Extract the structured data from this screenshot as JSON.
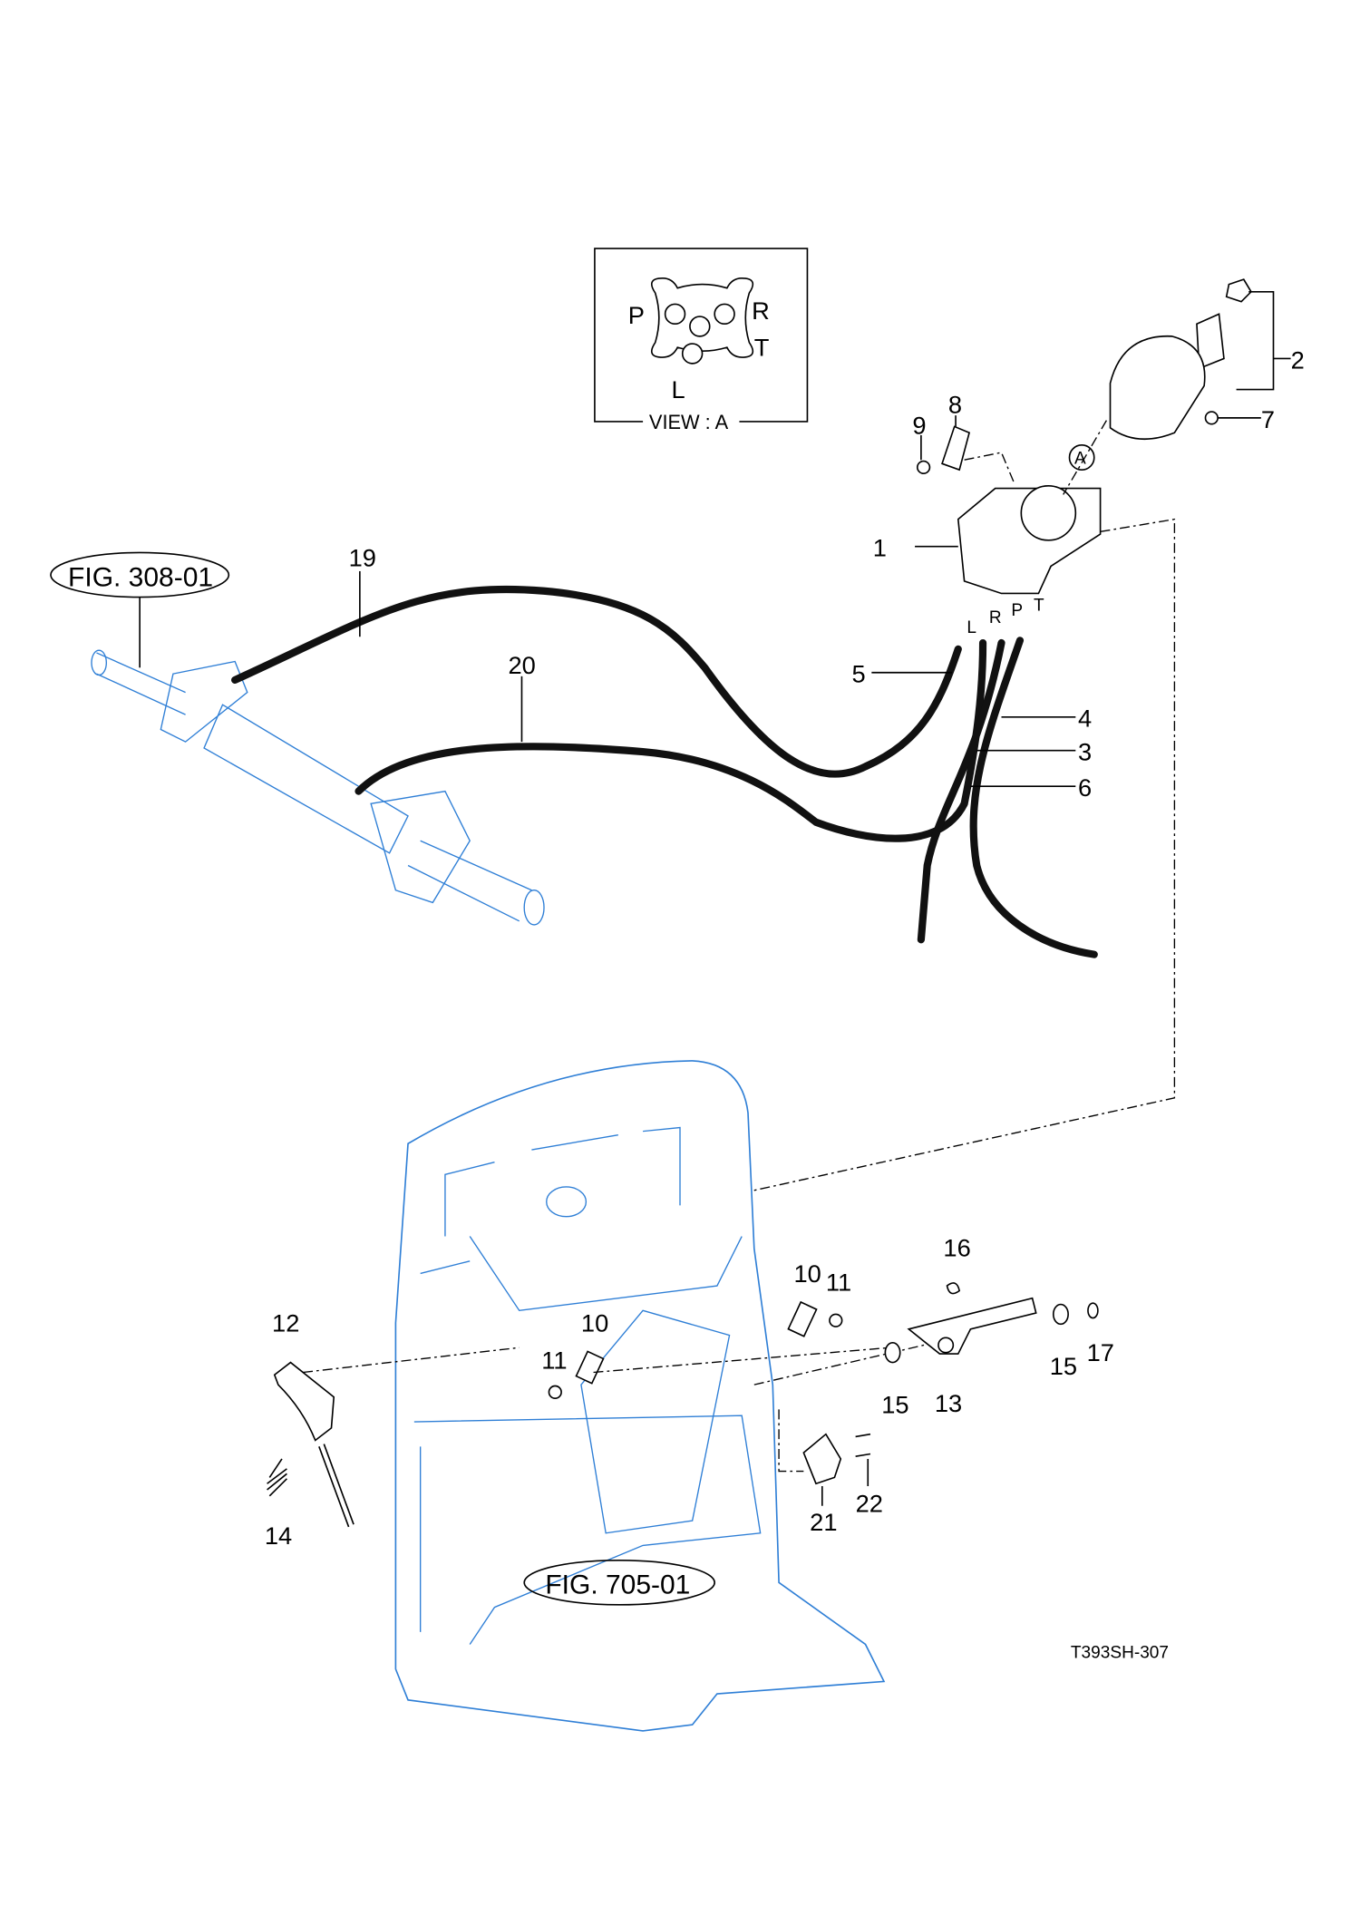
{
  "drawing_code": "T393SH-307",
  "view_a": {
    "caption": "VIEW : A",
    "ports": {
      "p": "P",
      "r": "R",
      "t": "T",
      "l": "L"
    }
  },
  "view_marker": "A",
  "hose_ports": {
    "l": "L",
    "r": "R",
    "p": "P",
    "t": "T"
  },
  "figure_refs": {
    "cylinder": "FIG. 308-01",
    "seat_frame": "FIG. 705-01"
  },
  "callouts": {
    "c1": "1",
    "c2": "2",
    "c3": "3",
    "c4": "4",
    "c5": "5",
    "c6": "6",
    "c7": "7",
    "c8": "8",
    "c9": "9",
    "c10a": "10",
    "c10b": "10",
    "c11a": "11",
    "c11b": "11",
    "c12": "12",
    "c13": "13",
    "c14": "14",
    "c15a": "15",
    "c15b": "15",
    "c16": "16",
    "c17": "17",
    "c19": "19",
    "c20": "20",
    "c21": "21",
    "c22": "22"
  },
  "colors": {
    "line": "#000000",
    "reference_part": "#2f7fd6"
  }
}
